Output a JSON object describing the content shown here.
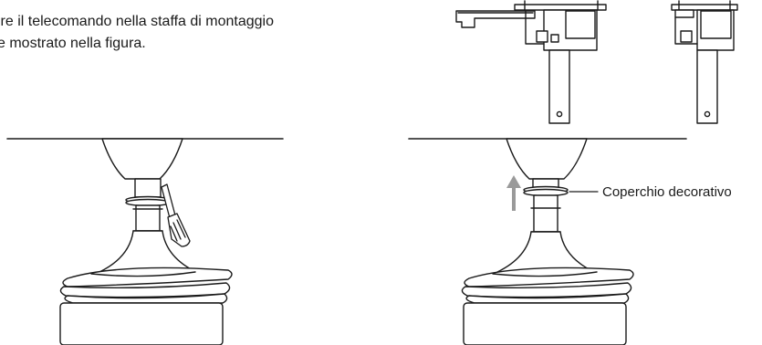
{
  "instruction": {
    "line1": "ire il telecomando nella staffa di montaggio",
    "line2": "e mostrato nella figura."
  },
  "callout": {
    "label": "Coperchio decorativo"
  },
  "colors": {
    "line": "#1a1a1a",
    "arrow": "#9a9a9a"
  },
  "icons": [
    "screwdriver-icon",
    "arrow-up-icon"
  ]
}
